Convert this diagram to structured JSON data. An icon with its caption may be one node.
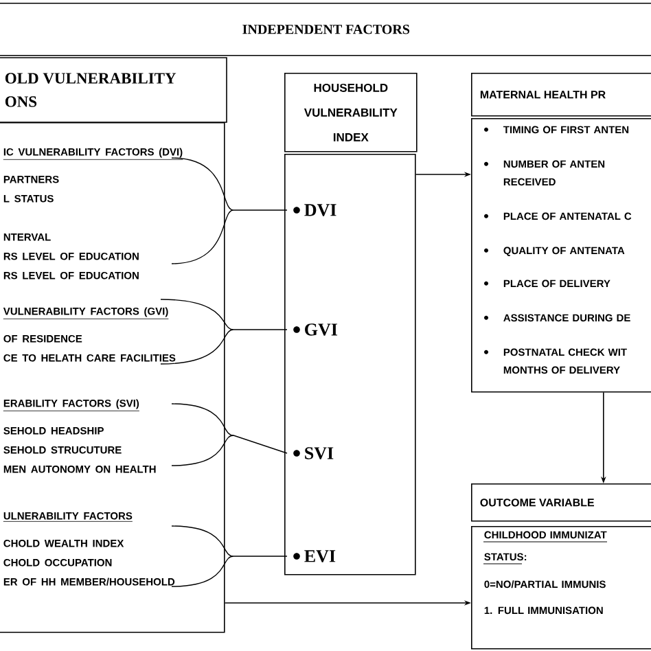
{
  "diagram": {
    "title": "INDEPENDENT FACTORS",
    "nodes": [
      {
        "text": [
          "OLD VULNERABILITY ONS"
        ]
      },
      {
        "text": [],
        "shape": "box"
      },
      {
        "text": [
          "IC VULNERABILITY FACTORS (DVI)",
          "PARTNERS",
          "L STATUS",
          "NTERVAL",
          "RS LEVEL OF EDUCATION",
          "RS LEVEL OF EDUCATION"
        ],
        "in": 1
      },
      {
        "text": [
          "VULNERABILITY FACTORS (GVI)",
          "OF RESIDENCE",
          "CE TO HELATH CARE FACILITIES"
        ],
        "in": 1
      },
      {
        "text": [
          "ERABILITY FACTORS (SVI)",
          "SEHOLD HEADSHIP",
          "SEHOLD STRUCUTURE",
          "MEN AUTONOMY ON HEALTH"
        ],
        "in": 1
      },
      {
        "text": [
          "ULNERABILITY FACTORS",
          "CHOLD WEALTH INDEX",
          "CHOLD OCCUPATION",
          "ER OF HH MEMBER/HOUSEHOLD"
        ],
        "in": 1
      },
      {
        "text": [
          "HOUSEHOLD VULNERABILITY INDEX"
        ]
      },
      {
        "text": [],
        "shape": "box"
      },
      {
        "text": [
          "DVI"
        ],
        "in": 7
      },
      {
        "text": [
          "GVI"
        ],
        "in": 7
      },
      {
        "text": [
          "SVI"
        ],
        "in": 7
      },
      {
        "text": [
          "EVI"
        ],
        "in": 7
      },
      {
        "text": [
          "MATERNAL HEALTH PR"
        ]
      },
      {
        "text": [
          "TIMING OF FIRST ANTEN",
          "NUMBER OF ANTEN RECEIVED",
          "PLACE OF ANTENATAL C",
          "QUALITY OF ANTENATA",
          "PLACE OF DELIVERY",
          "ASSISTANCE DURING DE",
          "POSTNATAL CHECK WIT MONTHS OF DELIVERY"
        ]
      },
      {
        "text": [
          "OUTCOME VARIABLE"
        ]
      },
      {
        "text": [
          "CHILDHOOD IMMUNIZAT STATUS:",
          "0=NO/PARTIAL IMMUNIS",
          "1. FULL IMMUNISATION"
        ]
      }
    ],
    "edges": [
      {
        "from": 2,
        "to": 8,
        "arrow": "none"
      },
      {
        "from": 3,
        "to": 9,
        "arrow": "none"
      },
      {
        "from": 4,
        "to": 10,
        "arrow": "none"
      },
      {
        "from": 5,
        "to": 11,
        "arrow": "none"
      },
      {
        "from": 7,
        "to": 13,
        "arrow": "to"
      },
      {
        "from": 13,
        "to": 14,
        "arrow": "to"
      },
      {
        "from": 1,
        "to": 15,
        "arrow": "to"
      }
    ]
  }
}
